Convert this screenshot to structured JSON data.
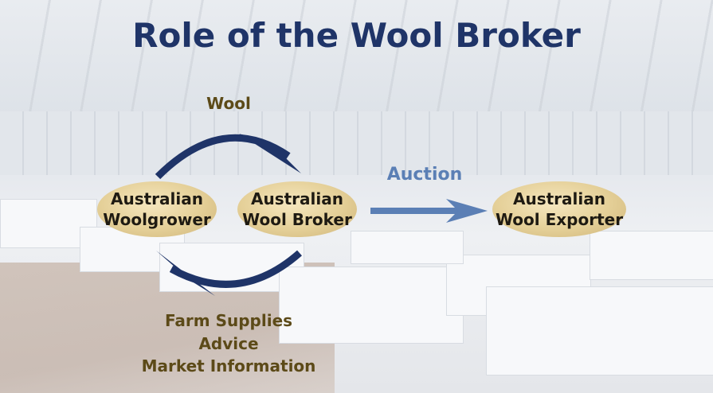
{
  "title": "Role of the Wool Broker",
  "nodes": {
    "woolgrower": [
      "Australian",
      "Woolgrower"
    ],
    "broker": [
      "Australian",
      "Wool Broker"
    ],
    "exporter": [
      "Australian",
      "Wool Exporter"
    ]
  },
  "edges": {
    "wool": "Wool",
    "auction": "Auction",
    "return_items": [
      "Farm Supplies",
      "Advice",
      "Market Information"
    ]
  },
  "colors": {
    "title": "#1f3468",
    "arc_arrows": "#1f3468",
    "auction_arrow": "#5b7fb5",
    "node_fill": "#e4cf97",
    "label_brown": "#5c4a18"
  }
}
